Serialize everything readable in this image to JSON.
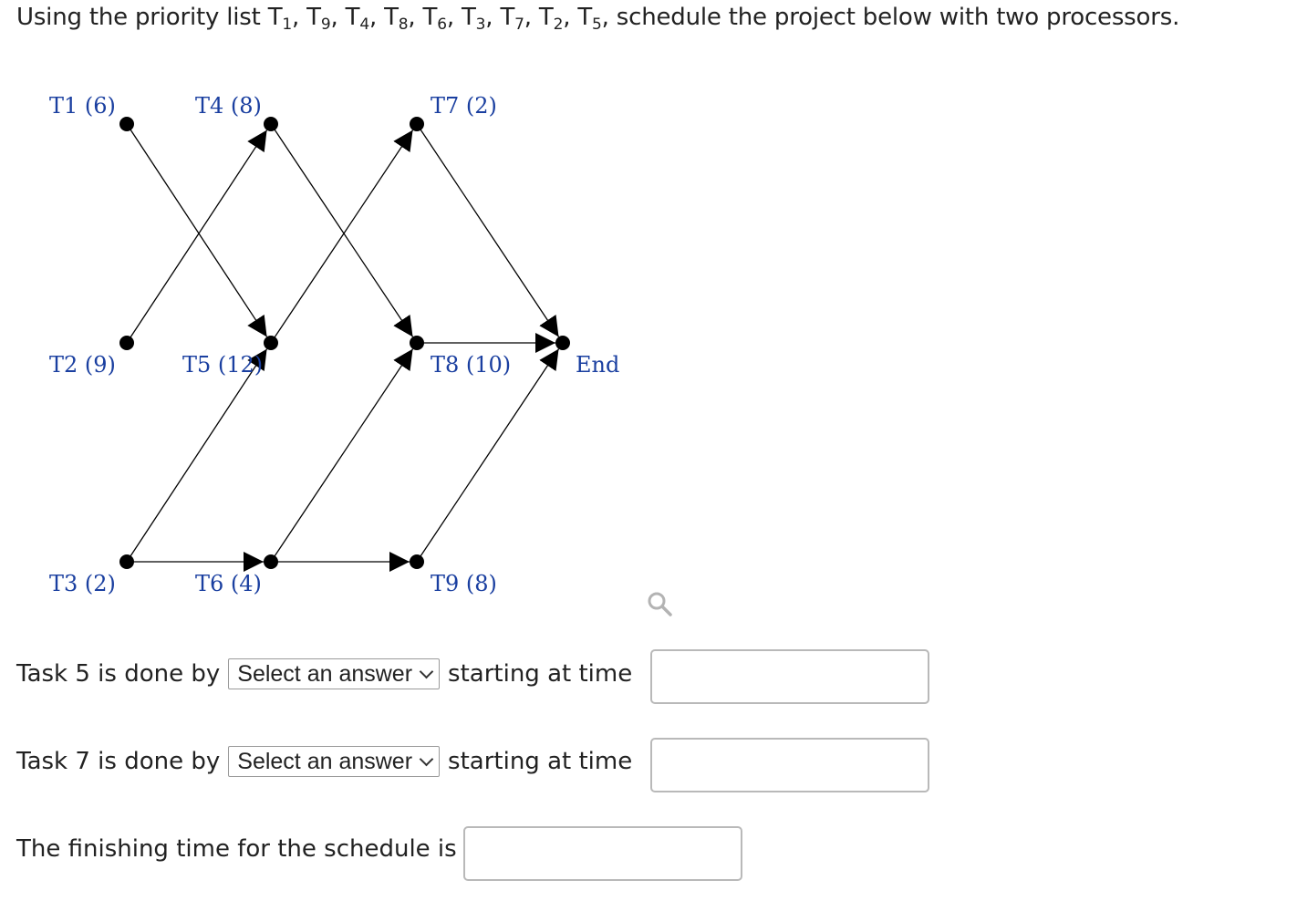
{
  "question": {
    "prefix": "Using the priority list ",
    "tasks": [
      {
        "base": "T",
        "sub": "1"
      },
      {
        "base": "T",
        "sub": "9"
      },
      {
        "base": "T",
        "sub": "4"
      },
      {
        "base": "T",
        "sub": "8"
      },
      {
        "base": "T",
        "sub": "6"
      },
      {
        "base": "T",
        "sub": "3"
      },
      {
        "base": "T",
        "sub": "7"
      },
      {
        "base": "T",
        "sub": "2"
      },
      {
        "base": "T",
        "sub": "5"
      }
    ],
    "suffix": ", schedule the project below with two processors."
  },
  "graph": {
    "node_color": "#000000",
    "label_color": "#1a3fa0",
    "nodes": [
      {
        "id": "T1",
        "label": "T1 (6)"
      },
      {
        "id": "T4",
        "label": "T4 (8)"
      },
      {
        "id": "T7",
        "label": "T7 (2)"
      },
      {
        "id": "T2",
        "label": "T2 (9)"
      },
      {
        "id": "T5",
        "label": "T5 (12)"
      },
      {
        "id": "T8",
        "label": "T8 (10)"
      },
      {
        "id": "End",
        "label": "End"
      },
      {
        "id": "T3",
        "label": "T3 (2)"
      },
      {
        "id": "T6",
        "label": "T6 (4)"
      },
      {
        "id": "T9",
        "label": "T9 (8)"
      }
    ],
    "edges": [
      {
        "from": "T1",
        "to": "T5"
      },
      {
        "from": "T2",
        "to": "T4"
      },
      {
        "from": "T4",
        "to": "T8"
      },
      {
        "from": "T5",
        "to": "T7"
      },
      {
        "from": "T7",
        "to": "End"
      },
      {
        "from": "T8",
        "to": "End"
      },
      {
        "from": "T3",
        "to": "T6"
      },
      {
        "from": "T3",
        "to": "T5"
      },
      {
        "from": "T6",
        "to": "T9"
      },
      {
        "from": "T6",
        "to": "T8"
      },
      {
        "from": "T9",
        "to": "End"
      }
    ]
  },
  "search_icon": "magnifier-icon",
  "rows": {
    "task5": {
      "prefix": "Task 5 is done by",
      "select": "Select an answer",
      "suffix": "starting at time",
      "value": ""
    },
    "task7": {
      "prefix": "Task 7 is done by",
      "select": "Select an answer",
      "suffix": "starting at time",
      "value": ""
    },
    "finish": {
      "prefix": "The finishing time for the schedule is",
      "value": ""
    }
  }
}
